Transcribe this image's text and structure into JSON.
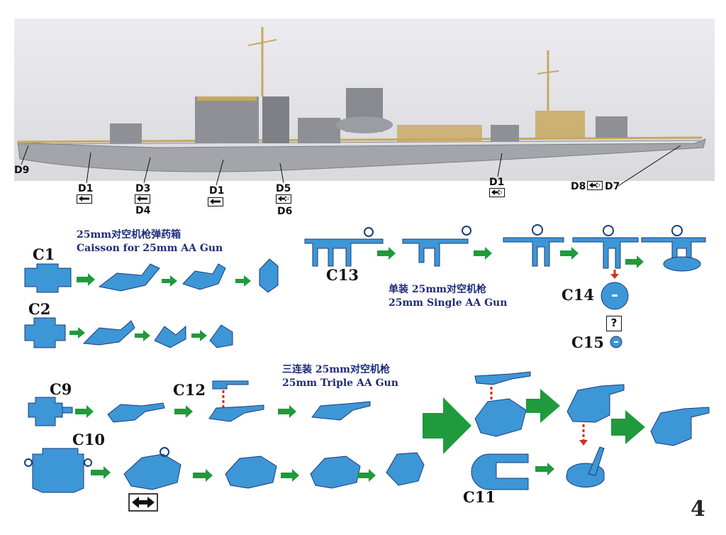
{
  "page_number": "4",
  "photo": {
    "callouts": [
      "D9",
      "D1",
      "D3",
      "D4",
      "D1",
      "D5",
      "D6",
      "D1",
      "D8",
      "D7"
    ]
  },
  "sections": {
    "caisson": {
      "title_cn": "25mm对空机枪弹药箱",
      "title_en": "Caisson for 25mm AA Gun"
    },
    "single": {
      "title_cn": "单装 25mm对空机枪",
      "title_en": "25mm Single AA Gun"
    },
    "triple": {
      "title_cn": "三连装 25mm对空机枪",
      "title_en": "25mm Triple AA Gun"
    }
  },
  "parts": {
    "c1": "C1",
    "c2": "C2",
    "c13": "C13",
    "c14": "C14",
    "c15": "C15",
    "c9": "C9",
    "c12": "C12",
    "c10": "C10",
    "c11": "C11"
  },
  "symbols": {
    "question": "?"
  },
  "colors": {
    "part_fill": "#3d96d6",
    "arrow": "#1f9a3c",
    "title": "#1f2b7a",
    "hull": "#9a9ca0"
  }
}
